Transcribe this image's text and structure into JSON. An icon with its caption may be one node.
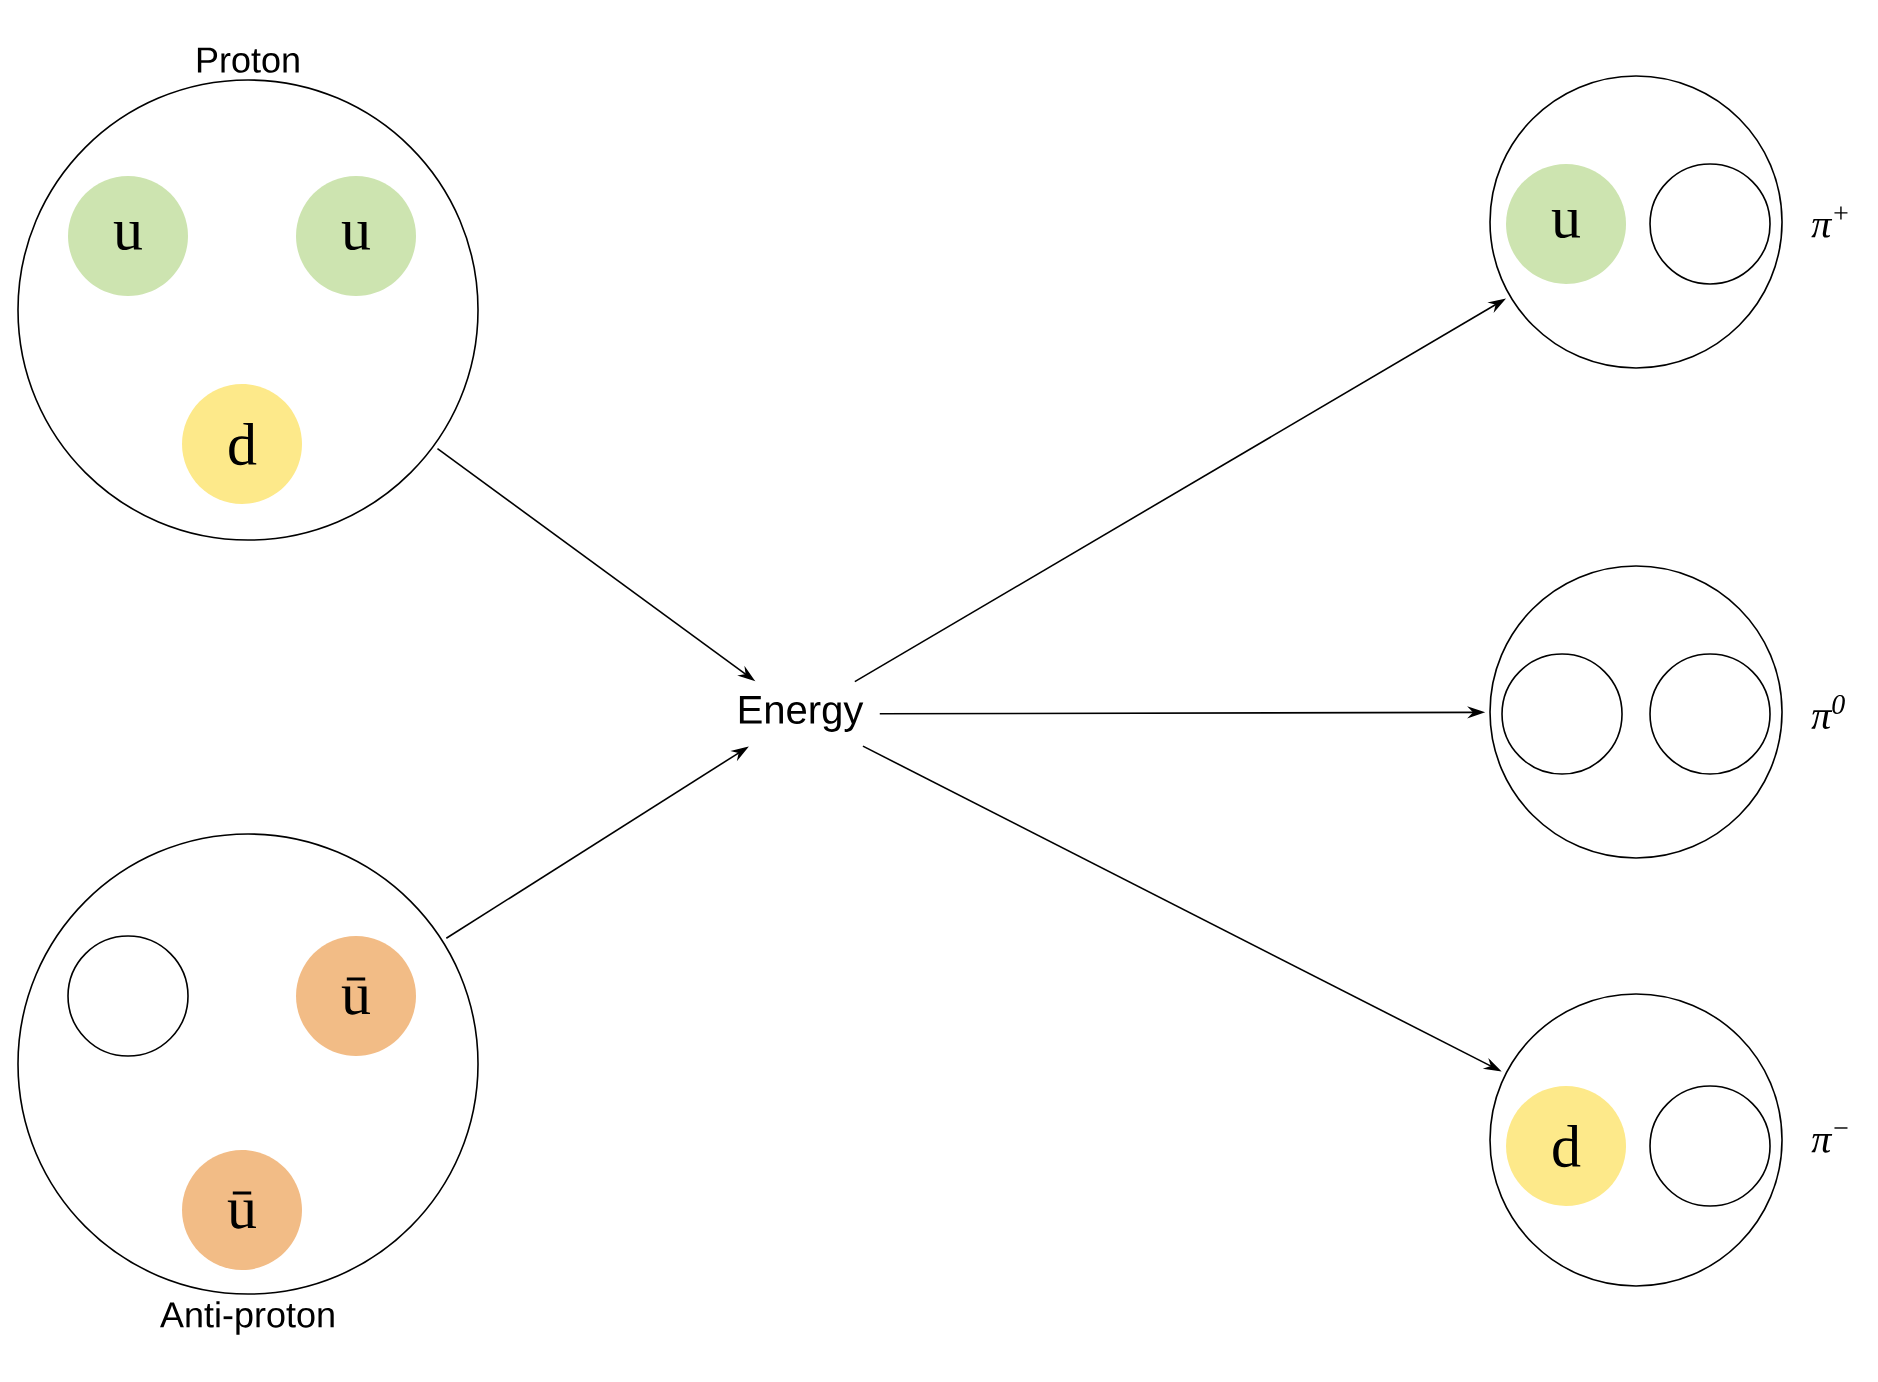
{
  "diagram": {
    "nodes": [
      {
        "text": [
          "Proton"
        ]
      },
      {
        "text": [
          "u"
        ],
        "in": 0
      },
      {
        "text": [
          "u"
        ],
        "in": 0
      },
      {
        "text": [
          "d"
        ],
        "in": 0
      },
      {
        "text": [
          "Anti-proton"
        ]
      },
      {
        "text": [],
        "shape": "circle",
        "in": 4
      },
      {
        "text": [
          "ū"
        ],
        "in": 4
      },
      {
        "text": [
          "ū"
        ],
        "in": 4
      },
      {
        "text": [
          "Energy"
        ]
      },
      {
        "text": [],
        "shape": "circle",
        "beside": [
          "π$^{+}$"
        ]
      },
      {
        "text": [
          "u"
        ],
        "in": 9
      },
      {
        "text": [],
        "shape": "circle",
        "in": 9
      },
      {
        "text": [],
        "shape": "circle",
        "beside": [
          "π$^{0}$"
        ]
      },
      {
        "text": [],
        "shape": "circle",
        "in": 12
      },
      {
        "text": [],
        "shape": "circle",
        "in": 12
      },
      {
        "text": [],
        "shape": "circle",
        "beside": [
          "π$^{−}$"
        ]
      },
      {
        "text": [
          "d"
        ],
        "in": 15
      },
      {
        "text": [],
        "shape": "circle",
        "in": 15
      }
    ],
    "edges": [
      {
        "from": 0,
        "to": 8,
        "arrow": "to"
      },
      {
        "from": 4,
        "to": 8,
        "arrow": "to"
      },
      {
        "from": 8,
        "to": 9,
        "arrow": "to"
      },
      {
        "from": 8,
        "to": 12,
        "arrow": "to"
      },
      {
        "from": 8,
        "to": 15,
        "arrow": "to"
      }
    ]
  }
}
